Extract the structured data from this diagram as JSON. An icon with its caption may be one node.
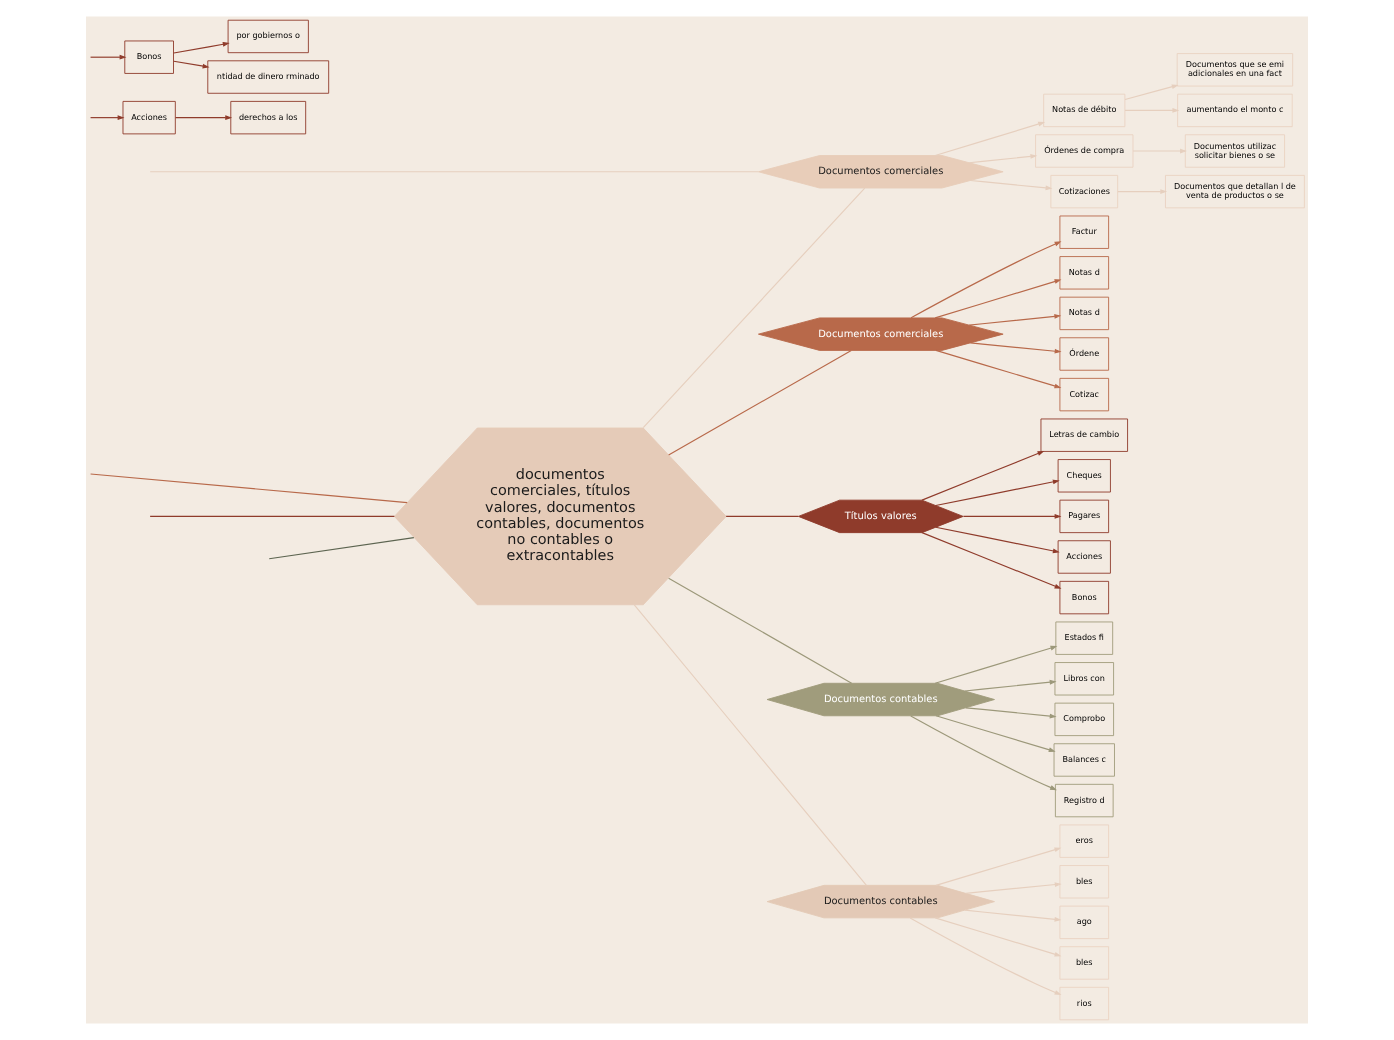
{
  "diagram": {
    "nodes": [
      {
        "text": [
          "documentos comerciales, títulos valores, documentos contables, documentos no contables o extracontables"
        ]
      },
      {
        "text": [
          "Documentos comerciales"
        ]
      },
      {
        "text": [
          "Factur"
        ]
      },
      {
        "text": [
          "Notas d"
        ]
      },
      {
        "text": [
          "Notas d"
        ]
      },
      {
        "text": [
          "Órdene"
        ]
      },
      {
        "text": [
          "Cotizac"
        ]
      },
      {
        "text": [
          "Títulos valores"
        ]
      },
      {
        "text": [
          "Letras de cambio"
        ]
      },
      {
        "text": [
          "Cheques"
        ]
      },
      {
        "text": [
          "Pagares"
        ]
      },
      {
        "text": [
          "Acciones"
        ]
      },
      {
        "text": [
          "Bonos"
        ]
      },
      {
        "text": [
          "Documentos contables"
        ]
      },
      {
        "text": [
          "Estados fi"
        ]
      },
      {
        "text": [
          "Libros con"
        ]
      },
      {
        "text": [
          "Comprobo"
        ]
      },
      {
        "text": [
          "Balances c"
        ]
      },
      {
        "text": [
          "Registro d"
        ]
      },
      {
        "text": [
          "Documentos contables"
        ]
      },
      {
        "text": [
          "eros"
        ]
      },
      {
        "text": [
          "bles"
        ]
      },
      {
        "text": [
          "ago"
        ]
      },
      {
        "text": [
          "bles"
        ]
      },
      {
        "text": [
          "rios"
        ]
      },
      {
        "text": [
          "Documentos comerciales"
        ]
      },
      {
        "text": [
          "Notas de débito"
        ]
      },
      {
        "text": [
          "Documentos que se emi adicionales en una fact"
        ]
      },
      {
        "text": [
          "aumentando el monto c"
        ]
      },
      {
        "text": [
          "Órdenes de compra"
        ]
      },
      {
        "text": [
          "Documentos utilizac solicitar bienes o se"
        ]
      },
      {
        "text": [
          "Cotizaciones"
        ]
      },
      {
        "text": [
          "Documentos que detallan l de venta de productos o se"
        ]
      },
      {
        "text": [
          "Acciones"
        ]
      },
      {
        "text": [
          "derechos a los"
        ]
      },
      {
        "text": [
          "Bonos"
        ]
      },
      {
        "text": [
          "por gobiernos o"
        ]
      },
      {
        "text": [
          "ntidad de dinero rminado"
        ]
      }
    ],
    "edges": [
      {
        "from": 0,
        "to": 1,
        "arrow": "none",
        "color": "#b8694a"
      },
      {
        "from": 1,
        "to": 2,
        "arrow": "to",
        "color": "#b8694a"
      },
      {
        "from": 1,
        "to": 3,
        "arrow": "to",
        "color": "#b8694a"
      },
      {
        "from": 1,
        "to": 4,
        "arrow": "to",
        "color": "#b8694a"
      },
      {
        "from": 1,
        "to": 5,
        "arrow": "to",
        "color": "#b8694a"
      },
      {
        "from": 1,
        "to": 6,
        "arrow": "to",
        "color": "#b8694a"
      },
      {
        "from": 0,
        "to": 7,
        "arrow": "none",
        "color": "#8f3b2b"
      },
      {
        "from": 7,
        "to": 8,
        "arrow": "to",
        "color": "#8f3b2b"
      },
      {
        "from": 7,
        "to": 9,
        "arrow": "to",
        "color": "#8f3b2b"
      },
      {
        "from": 7,
        "to": 10,
        "arrow": "to",
        "color": "#8f3b2b"
      },
      {
        "from": 7,
        "to": 11,
        "arrow": "to",
        "color": "#8f3b2b"
      },
      {
        "from": 7,
        "to": 12,
        "arrow": "to",
        "color": "#8f3b2b"
      },
      {
        "from": 0,
        "to": 13,
        "arrow": "none",
        "color": "#9c987a"
      },
      {
        "from": 13,
        "to": 14,
        "arrow": "to",
        "color": "#9c987a"
      },
      {
        "from": 13,
        "to": 15,
        "arrow": "to",
        "color": "#9c987a"
      },
      {
        "from": 13,
        "to": 16,
        "arrow": "to",
        "color": "#9c987a"
      },
      {
        "from": 13,
        "to": 17,
        "arrow": "to",
        "color": "#9c987a"
      },
      {
        "from": 13,
        "to": 18,
        "arrow": "to",
        "color": "#9c987a"
      },
      {
        "from": 0,
        "to": 19,
        "arrow": "none",
        "color": "#e6cfbe"
      },
      {
        "from": 19,
        "to": 20,
        "arrow": "to",
        "color": "#e6cfbe"
      },
      {
        "from": 19,
        "to": 21,
        "arrow": "to",
        "color": "#e6cfbe"
      },
      {
        "from": 19,
        "to": 22,
        "arrow": "to",
        "color": "#e6cfbe"
      },
      {
        "from": 19,
        "to": 23,
        "arrow": "to",
        "color": "#e6cfbe"
      },
      {
        "from": 19,
        "to": 24,
        "arrow": "to",
        "color": "#e6cfbe"
      },
      {
        "from": 0,
        "to": 25,
        "arrow": "none",
        "color": "#e6cfbe"
      },
      {
        "from": 25,
        "to": null,
        "arrow": "none",
        "color": "#e6cfbe"
      },
      {
        "from": 25,
        "to": 26,
        "arrow": "to",
        "color": "#e6cfbe"
      },
      {
        "from": 26,
        "to": 27,
        "arrow": "to",
        "color": "#e6cfbe"
      },
      {
        "from": 26,
        "to": 28,
        "arrow": "to",
        "color": "#e6cfbe"
      },
      {
        "from": 25,
        "to": 29,
        "arrow": "to",
        "color": "#e6cfbe"
      },
      {
        "from": 29,
        "to": 30,
        "arrow": "to",
        "color": "#e6cfbe"
      },
      {
        "from": 25,
        "to": 31,
        "arrow": "to",
        "color": "#e6cfbe"
      },
      {
        "from": 31,
        "to": 32,
        "arrow": "to",
        "color": "#e6cfbe"
      },
      {
        "from": null,
        "to": 33,
        "arrow": "to",
        "color": "#8f3b2b"
      },
      {
        "from": 33,
        "to": 34,
        "arrow": "to",
        "color": "#8f3b2b"
      },
      {
        "from": null,
        "to": 35,
        "arrow": "to",
        "color": "#8f3b2b"
      },
      {
        "from": 35,
        "to": 36,
        "arrow": "to",
        "color": "#8f3b2b"
      },
      {
        "from": 35,
        "to": 37,
        "arrow": "to",
        "color": "#8f3b2b"
      },
      {
        "from": 0,
        "to": null,
        "arrow": "none",
        "color": "#b8694a"
      },
      {
        "from": 0,
        "to": null,
        "arrow": "none",
        "color": "#8f3b2b"
      },
      {
        "from": 0,
        "to": null,
        "arrow": "none",
        "color": "#5c6450"
      }
    ]
  }
}
